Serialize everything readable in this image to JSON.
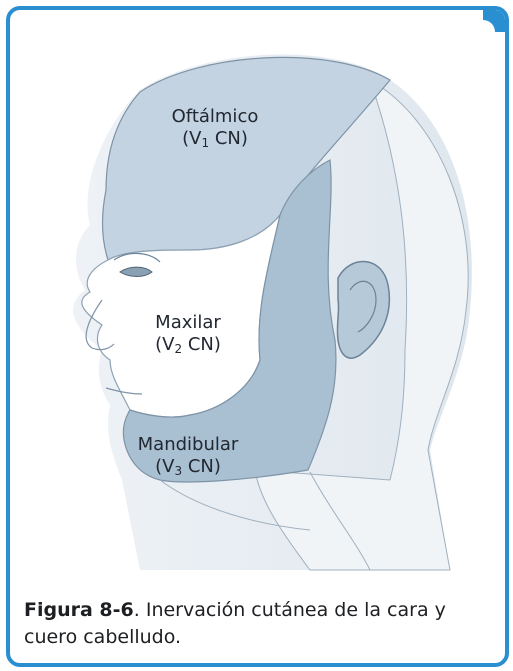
{
  "labels": {
    "v1_name": "Oftálmico",
    "v1_open": "(V",
    "v1_sub": "1",
    "v1_close": " CN)",
    "v2_name": "Maxilar",
    "v2_open": "(V",
    "v2_sub": "2",
    "v2_close": " CN)",
    "v3_name": "Mandibular",
    "v3_open": "(V",
    "v3_sub": "3",
    "v3_close": " CN)"
  },
  "caption": {
    "figure_number": "Figura 8-6",
    "text": ". Inervación cutánea de la cara y cuero cabelludo."
  },
  "colors": {
    "frame": "#2a8fd1",
    "ophthalmic_region": "#c3d3e1",
    "mandibular_region": "#a9c0d3",
    "outline": "#6b8398"
  }
}
